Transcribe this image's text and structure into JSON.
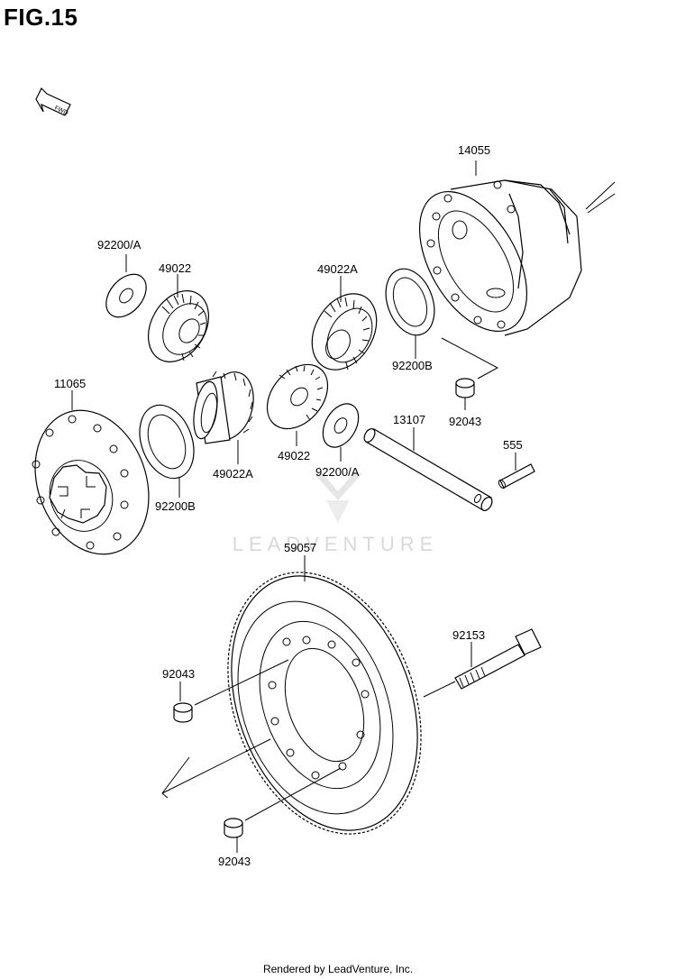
{
  "figure": {
    "title": "FIG.15"
  },
  "direction_marker": "FWD",
  "parts": [
    {
      "id": "14055"
    },
    {
      "id": "92200/A"
    },
    {
      "id": "49022"
    },
    {
      "id": "49022A"
    },
    {
      "id": "92200B"
    },
    {
      "id": "92043"
    },
    {
      "id": "11065"
    },
    {
      "id": "13107"
    },
    {
      "id": "555"
    },
    {
      "id": "59057"
    },
    {
      "id": "92153"
    }
  ],
  "labels": {
    "l14055": "14055",
    "l92200A_top": "92200/A",
    "l49022_top": "49022",
    "l49022A_top": "49022A",
    "l92200B_right": "92200B",
    "l92043_right": "92043",
    "l11065": "11065",
    "l49022A_bottom": "49022A",
    "l49022_bottom": "49022",
    "l92200A_bottom": "92200/A",
    "l92200B_left": "92200B",
    "l13107": "13107",
    "l555": "555",
    "l59057": "59057",
    "l92153": "92153",
    "l92043_left": "92043",
    "l92043_bottom": "92043"
  },
  "watermark": "LEADVENTURE",
  "footer": "Rendered by LeadVenture, Inc.",
  "colors": {
    "line": "#000000",
    "watermark": "#d9d9d9",
    "background": "#ffffff"
  }
}
